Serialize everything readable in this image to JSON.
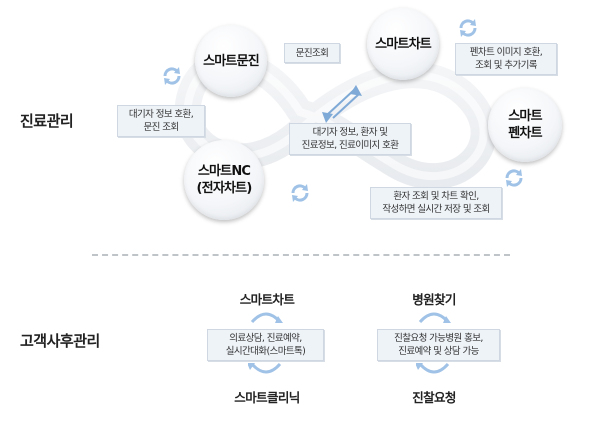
{
  "sections": {
    "top_label": "진료관리",
    "bottom_label": "고객사후관리"
  },
  "top": {
    "nodes": {
      "munjin": "스마트문진",
      "chart": "스마트차트",
      "pen_line1": "스마트",
      "pen_line2": "펜차트",
      "nc_line1": "스마트NC",
      "nc_line2": "(전자차트)"
    },
    "tags": {
      "munjin_lookup": "문진조회",
      "wait_info": [
        "대기자 정보 호환,",
        "문진 조회"
      ],
      "center_exchange": [
        "대기자 정보, 환자 및",
        "진료정보, 진료이미지 호환"
      ],
      "pen_image": [
        "펜차트 이미지 호환,",
        "조회 및 추가기록"
      ],
      "patient_lookup": [
        "환자 조회 및 차트 확인,",
        "작성하면 실시간 저장 및 조회"
      ]
    }
  },
  "bottom": {
    "left": {
      "top_label": "스마트차트",
      "box": [
        "의료상담, 진료예약,",
        "실시간대화(스마트톡)"
      ],
      "bottom_label": "스마트클리닉"
    },
    "right": {
      "top_label": "병원찾기",
      "box": [
        "진찰요청 가능병원 홍보,",
        "진료예약 및 상담 가능"
      ],
      "bottom_label": "진찰요청"
    }
  },
  "colors": {
    "accent": "#4a86c8",
    "accent_light": "#9fc2e6",
    "tag_bg": "#eef3f8",
    "ring": "#edf0f3"
  }
}
